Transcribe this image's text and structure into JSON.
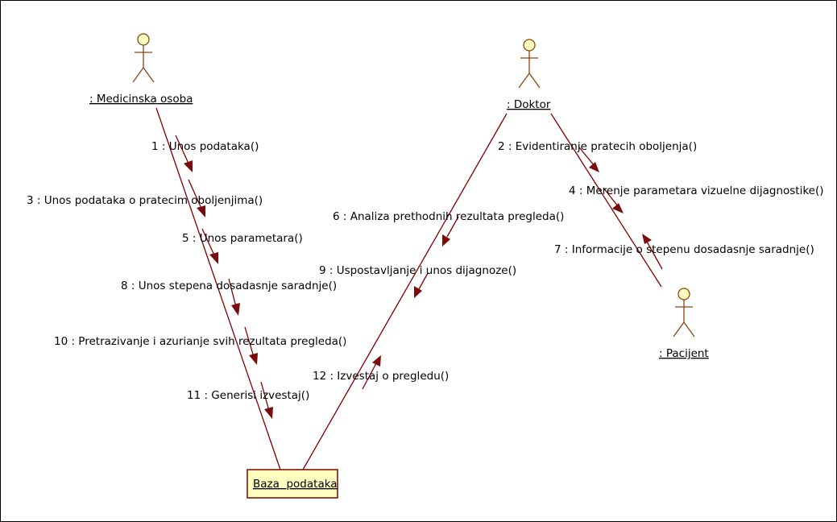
{
  "actors": {
    "medicinska": {
      "label": ": Medicinska osoba",
      "icon": "stick-figure-icon"
    },
    "doktor": {
      "label": ": Doktor",
      "icon": "stick-figure-icon"
    },
    "pacijent": {
      "label": ": Pacijent",
      "icon": "stick-figure-icon"
    }
  },
  "object": {
    "label": "Baza  podataka"
  },
  "messages": {
    "m1": "1 : Unos podataka()",
    "m2": "2 : Evidentiranje pratecih oboljenja()",
    "m3": "3 : Unos podataka o pratecim oboljenjima()",
    "m4": "4 : Merenje parametara vizuelne dijagnostike()",
    "m5": "5 : Unos parametara()",
    "m6": "6 : Analiza prethodnih rezultata pregleda()",
    "m7": "7 : Informacije o stepenu dosadasnje saradnje()",
    "m8": "8 : Unos stepena dosadasnje saradnje()",
    "m9": "9 : Uspostavljanje i unos dijagnoze()",
    "m10": "10 : Pretrazivanje i azurianje svih rezultata pregleda()",
    "m11": "11 : Generisi izvestaj()",
    "m12": "12 : Izvestaj o pregledu()"
  },
  "colors": {
    "link": "#800000",
    "arrow": "#7a0b0b",
    "box_fill": "#ffffc0",
    "actor_head_fill": "#ffffc0"
  }
}
